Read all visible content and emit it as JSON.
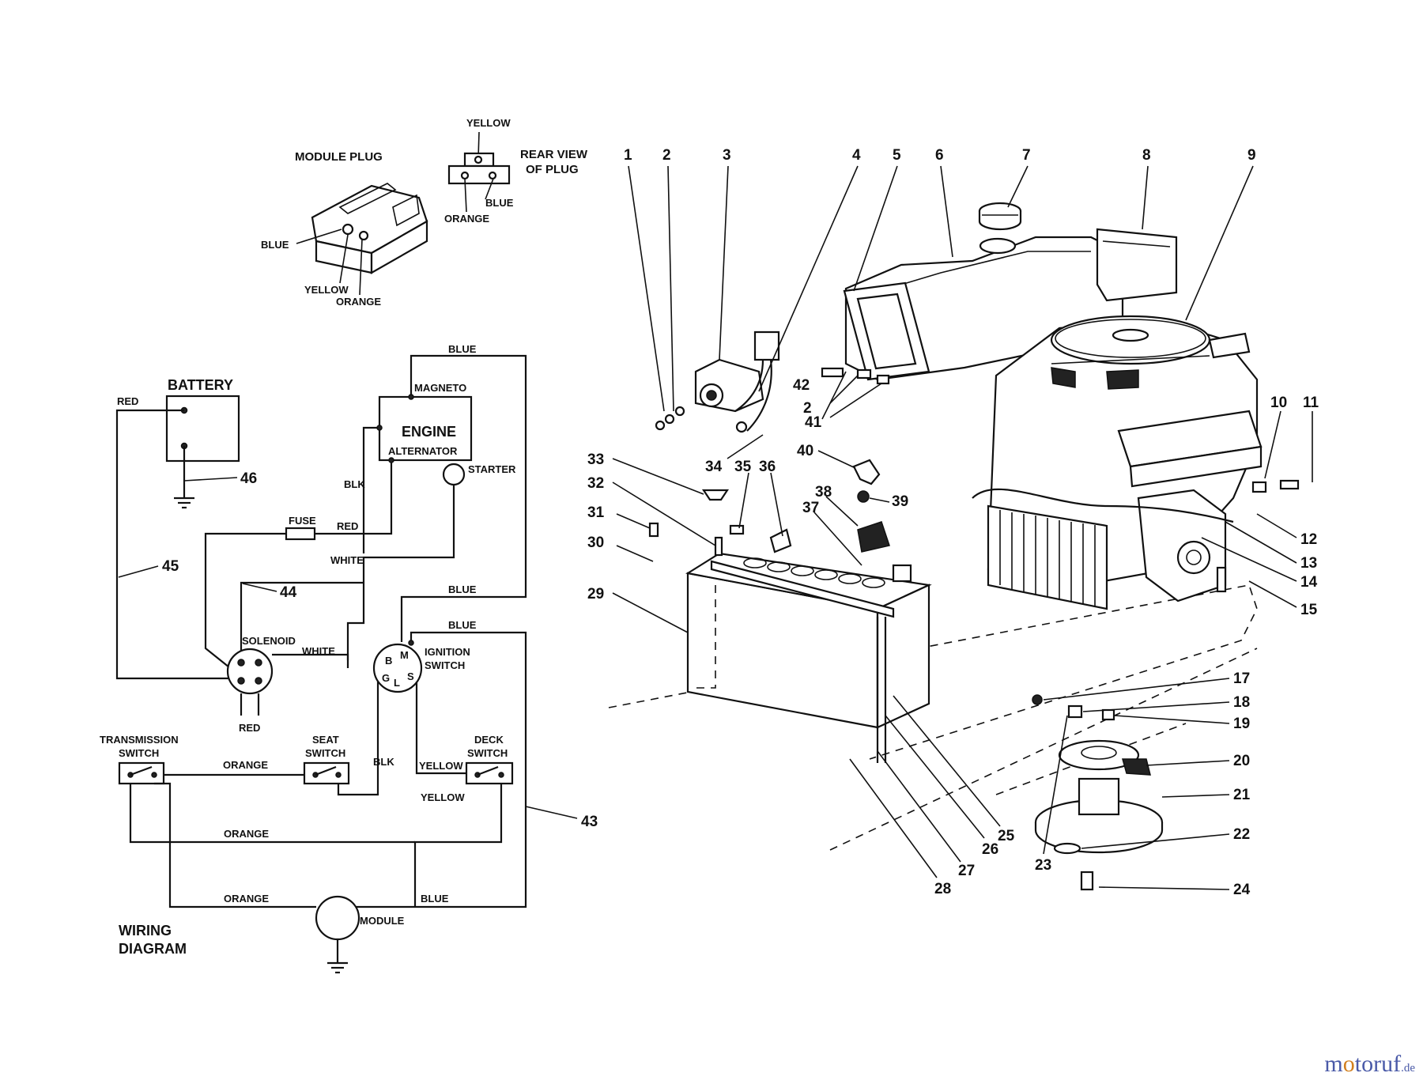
{
  "plug": {
    "module_plug": "MODULE PLUG",
    "yellow_top": "YELLOW",
    "rear_view_line1": "REAR VIEW",
    "rear_view_line2": "OF PLUG",
    "blue_rear": "BLUE",
    "orange_rear": "ORANGE",
    "blue": "BLUE",
    "yellow": "YELLOW",
    "orange": "ORANGE"
  },
  "wiring": {
    "battery": "BATTERY",
    "red_batt": "RED",
    "blue_top": "BLUE",
    "magneto": "MAGNETO",
    "engine": "ENGINE",
    "alternator": "ALTERNATOR",
    "starter": "STARTER",
    "blk": "BLK",
    "fuse": "FUSE",
    "red_fuse": "RED",
    "white_mid": "WHITE",
    "blue_mid": "BLUE",
    "blue_ign": "BLUE",
    "solenoid": "SOLENOID",
    "white_sol": "WHITE",
    "ignition_line1": "IGNITION",
    "ignition_line2": "SWITCH",
    "term_b": "B",
    "term_m": "M",
    "term_g": "G",
    "term_l": "L",
    "term_s": "S",
    "red_sol": "RED",
    "trans_line1": "TRANSMISSION",
    "trans_line2": "SWITCH",
    "seat_line1": "SEAT",
    "seat_line2": "SWITCH",
    "deck_line1": "DECK",
    "deck_line2": "SWITCH",
    "orange_1": "ORANGE",
    "blk_2": "BLK",
    "yellow_1": "YELLOW",
    "yellow_2": "YELLOW",
    "orange_2": "ORANGE",
    "orange_3": "ORANGE",
    "blue_bottom": "BLUE",
    "module": "MODULE",
    "title_line1": "WIRING",
    "title_line2": "DIAGRAM"
  },
  "callouts": [
    "1",
    "2",
    "3",
    "4",
    "5",
    "6",
    "7",
    "8",
    "9",
    "10",
    "11",
    "12",
    "13",
    "14",
    "15",
    "17",
    "18",
    "19",
    "20",
    "21",
    "22",
    "23",
    "24",
    "25",
    "26",
    "27",
    "28",
    "29",
    "30",
    "31",
    "32",
    "33",
    "34",
    "35",
    "36",
    "37",
    "38",
    "39",
    "40",
    "41",
    "42",
    "2",
    "43",
    "44",
    "45",
    "46"
  ],
  "watermark": {
    "part1": "m",
    "part2": "o",
    "part3": "toruf",
    "suffix": ".de"
  },
  "colors": {
    "line": "#111111",
    "watermark_blue": "#4a5aa8",
    "watermark_orange": "#d2801f"
  }
}
